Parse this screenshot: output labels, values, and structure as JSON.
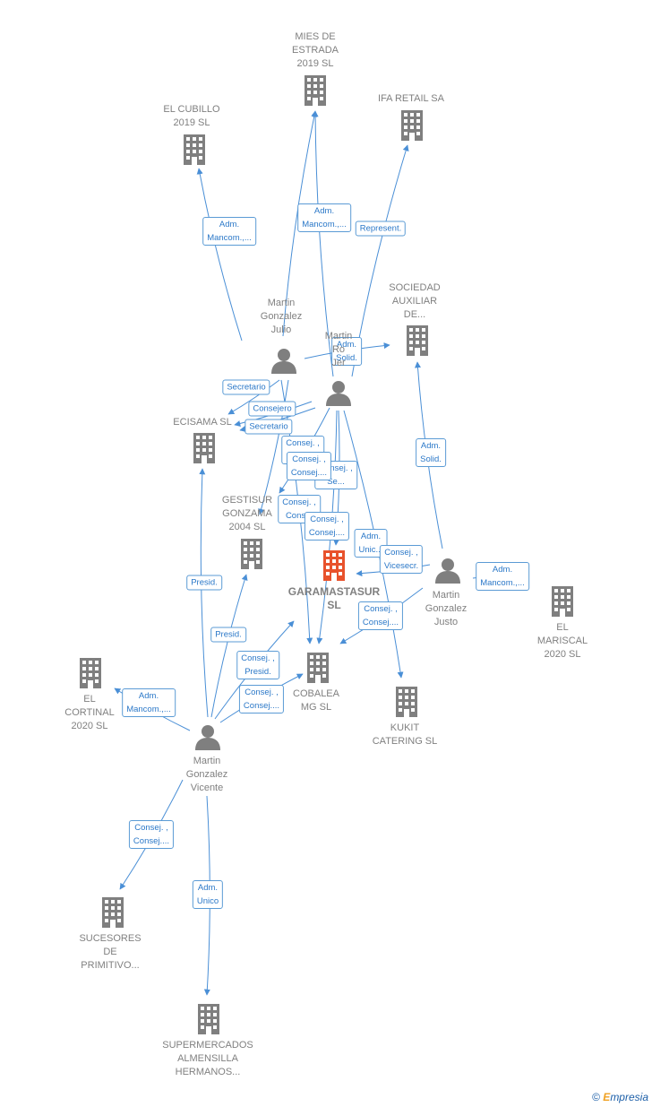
{
  "colors": {
    "company": "#7f7f7f",
    "main_company": "#e8522c",
    "person": "#7f7f7f",
    "edge": "#4a8fd6",
    "label_text": "#2b78c8"
  },
  "nodes": [
    {
      "id": "mies",
      "type": "company",
      "label": "MIES DE\nESTRADA\n2019  SL"
    },
    {
      "id": "cubillo",
      "type": "company",
      "label": "EL CUBILLO\n2019  SL"
    },
    {
      "id": "ifa",
      "type": "company",
      "label": "IFA RETAIL SA"
    },
    {
      "id": "sociedad",
      "type": "company",
      "label": "SOCIEDAD\nAUXILIAR\nDE..."
    },
    {
      "id": "julio",
      "type": "person",
      "label": "Martin\nGonzalez\nJulio"
    },
    {
      "id": "jer",
      "type": "person",
      "label": "Martin\nRo\nJer"
    },
    {
      "id": "ecisama",
      "type": "company",
      "label": "ECISAMA  SL"
    },
    {
      "id": "gestisur",
      "type": "company",
      "label": "GESTISUR\nGONZAMA\n2004  SL"
    },
    {
      "id": "garama",
      "type": "main",
      "label": "GARAMASTASUR\nSL"
    },
    {
      "id": "justo",
      "type": "person",
      "label": "Martin\nGonzalez\nJusto"
    },
    {
      "id": "mariscal",
      "type": "company",
      "label": "EL\nMARISCAL\n2020  SL"
    },
    {
      "id": "cobalea",
      "type": "company",
      "label": "COBALEA\nMG  SL"
    },
    {
      "id": "kukit",
      "type": "company",
      "label": "KUKIT\nCATERING  SL"
    },
    {
      "id": "cortinal",
      "type": "company",
      "label": "EL\nCORTINAL\n2020  SL"
    },
    {
      "id": "vicente",
      "type": "person",
      "label": "Martin\nGonzalez\nVicente"
    },
    {
      "id": "sucesores",
      "type": "company",
      "label": "SUCESORES\nDE\nPRIMITIVO..."
    },
    {
      "id": "supermercados",
      "type": "company",
      "label": "SUPERMERCADOS\nALMENSILLA\nHERMANOS..."
    }
  ],
  "edges": [
    {
      "from": "julio",
      "to": "cubillo",
      "label": "Adm.\nMancom.,..."
    },
    {
      "from": "julio",
      "to": "mies",
      "label": "Adm.\nMancom.,..."
    },
    {
      "from": "jer",
      "to": "mies",
      "label": ""
    },
    {
      "from": "jer",
      "to": "ifa",
      "label": "Represent."
    },
    {
      "from": "julio",
      "to": "sociedad",
      "label": "Adm.\nSolid."
    },
    {
      "from": "julio",
      "to": "ecisama",
      "label": "Secretario"
    },
    {
      "from": "jer",
      "to": "ecisama",
      "label": "Consejero"
    },
    {
      "from": "jer",
      "to": "ecisama",
      "label": "Secretario"
    },
    {
      "from": "julio",
      "to": "gestisur",
      "label": "Consej. ,\nSe..."
    },
    {
      "from": "jer",
      "to": "gestisur",
      "label": "Consej. ,\nSe..."
    },
    {
      "from": "jer",
      "to": "garama",
      "label": "Consej. ,\nConsej...."
    },
    {
      "from": "julio",
      "to": "cobalea",
      "label": "Consej. ,\nCons..."
    },
    {
      "from": "jer",
      "to": "cobalea",
      "label": "Consej. ,\nConsej...."
    },
    {
      "from": "jer",
      "to": "kukit",
      "label": "Adm.\nUnic..."
    },
    {
      "from": "justo",
      "to": "garama",
      "label": "Consej. ,\nVicesecr."
    },
    {
      "from": "justo",
      "to": "sociedad",
      "label": "Adm.\nSolid."
    },
    {
      "from": "justo",
      "to": "mariscal",
      "label": "Adm.\nMancom.,..."
    },
    {
      "from": "justo",
      "to": "cobalea",
      "label": "Consej. ,\nConsej...."
    },
    {
      "from": "vicente",
      "to": "ecisama",
      "label": "Presid."
    },
    {
      "from": "vicente",
      "to": "gestisur",
      "label": "Presid."
    },
    {
      "from": "vicente",
      "to": "garama",
      "label": "Consej. ,\nPresid."
    },
    {
      "from": "vicente",
      "to": "cobalea",
      "label": "Consej. ,\nConsej...."
    },
    {
      "from": "vicente",
      "to": "cortinal",
      "label": "Adm.\nMancom.,..."
    },
    {
      "from": "vicente",
      "to": "sucesores",
      "label": "Consej. ,\nConsej...."
    },
    {
      "from": "vicente",
      "to": "supermercados",
      "label": "Adm.\nUnico"
    }
  ],
  "footer": {
    "copyright": "©",
    "brand_e": "E",
    "brand_rest": "mpresia"
  }
}
